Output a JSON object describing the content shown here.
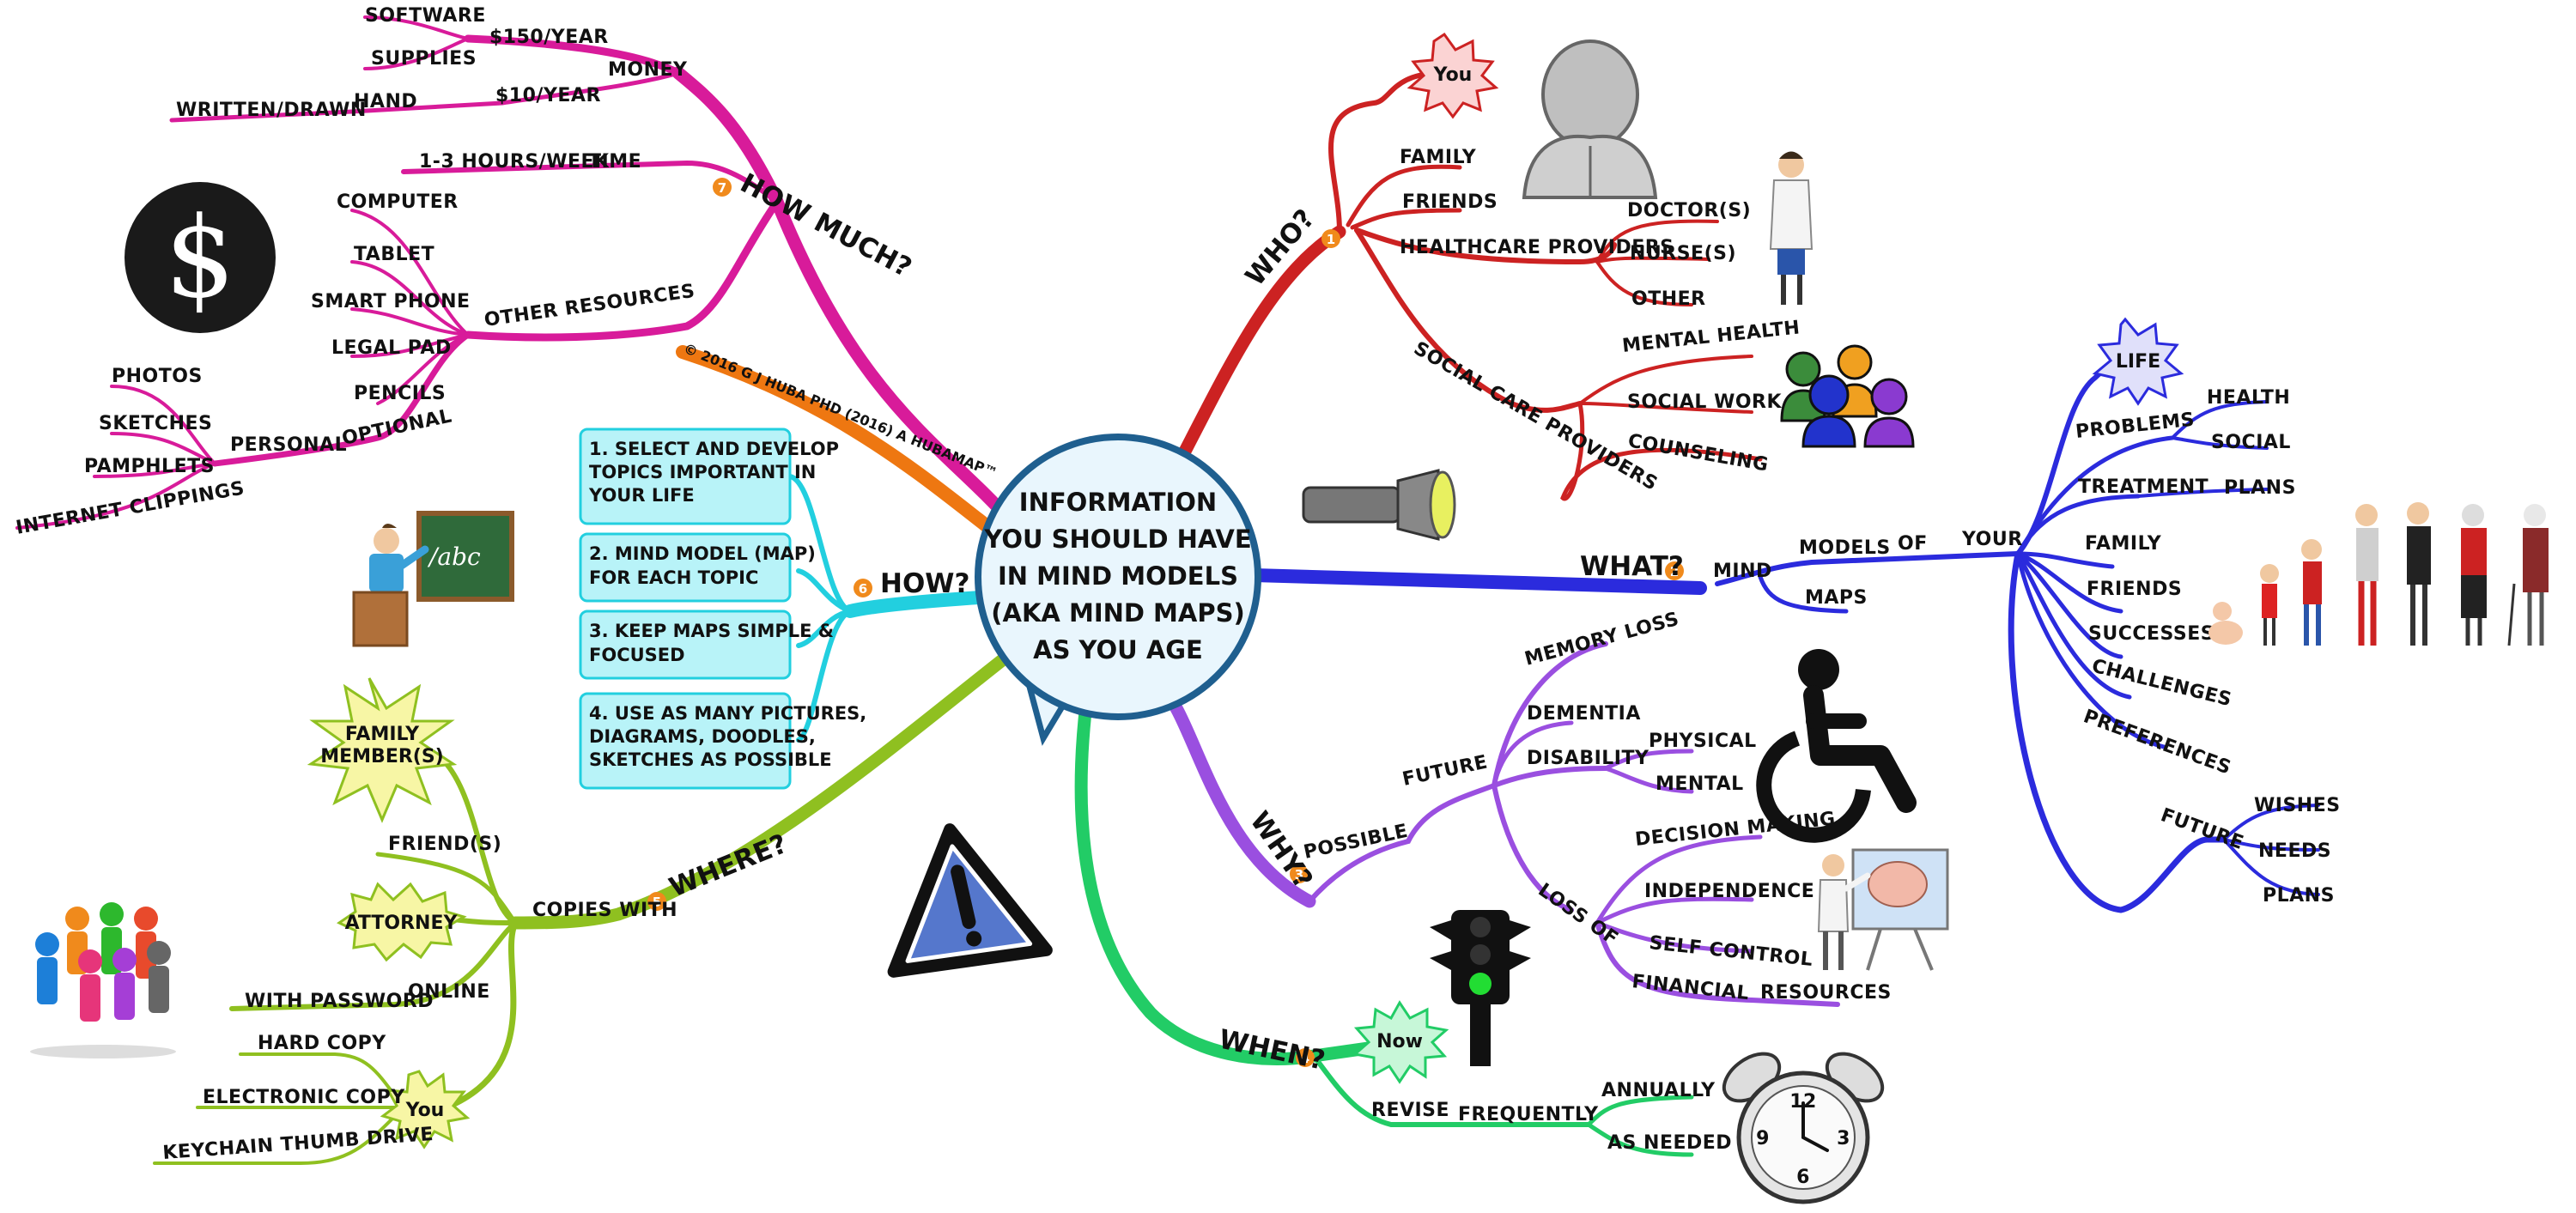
{
  "center": {
    "lines": [
      "INFORMATION",
      "YOU SHOULD HAVE",
      "IN MIND MODELS",
      "(AKA MIND MAPS)",
      "AS YOU AGE"
    ]
  },
  "credit": "© 2016 G J HUBA PHD (2016) A HUBAMAP™",
  "branches": {
    "who": {
      "number": "1",
      "label": "WHO?",
      "color": "#cc2222",
      "items": {
        "you": "You",
        "family": "FAMILY",
        "friends": "FRIENDS",
        "healthcare": "HEALTHCARE PROVIDERS",
        "doctors": "DOCTOR(S)",
        "nurses": "NURSE(S)",
        "other": "OTHER",
        "social_care": "SOCIAL CARE PROVIDERS",
        "mental_health": "MENTAL HEALTH",
        "social_work": "SOCIAL WORK",
        "counseling": "COUNSELING"
      }
    },
    "what": {
      "number": "2",
      "label": "WHAT?",
      "color": "#2b2bdd",
      "items": {
        "mind": "MIND",
        "models": "MODELS",
        "of": "OF",
        "your": "YOUR",
        "maps": "MAPS",
        "life": "LIFE",
        "problems": "PROBLEMS",
        "health": "HEALTH",
        "social": "SOCIAL",
        "treatment": "TREATMENT",
        "plans": "PLANS",
        "family": "FAMILY",
        "friends": "FRIENDS",
        "successes": "SUCCESSES",
        "challenges": "CHALLENGES",
        "preferences": "PREFERENCES",
        "future": "FUTURE",
        "wishes": "WISHES",
        "needs": "NEEDS",
        "future_plans": "PLANS"
      }
    },
    "why": {
      "number": "3",
      "label": "WHY?",
      "color": "#9a4fe0",
      "items": {
        "possible": "POSSIBLE",
        "future": "FUTURE",
        "memory_loss": "MEMORY LOSS",
        "dementia": "DEMENTIA",
        "disability": "DISABILITY",
        "physical": "PHYSICAL",
        "mental": "MENTAL",
        "loss_of": "LOSS OF",
        "decision_making": "DECISION MAKING",
        "independence": "INDEPENDENCE",
        "self_control": "SELF CONTROL",
        "financial": "FINANCIAL",
        "resources": "RESOURCES"
      }
    },
    "when": {
      "number": "4",
      "label": "WHEN?",
      "color": "#22cc66",
      "items": {
        "now": "Now",
        "revise": "REVISE",
        "frequently": "FREQUENTLY",
        "annually": "ANNUALLY",
        "as_needed": "AS NEEDED"
      }
    },
    "where": {
      "number": "5",
      "label": "WHERE?",
      "color": "#8fc020",
      "items": {
        "copies_with": "COPIES WITH",
        "family_members": [
          "FAMILY",
          "MEMBER(S)"
        ],
        "friends": "FRIEND(S)",
        "attorney": "ATTORNEY",
        "online": "ONLINE",
        "with_password": "WITH PASSWORD",
        "you": "You",
        "hard_copy": "HARD COPY",
        "electronic_copy": "ELECTRONIC COPY",
        "keychain": "KEYCHAIN THUMB DRIVE"
      }
    },
    "how": {
      "number": "6",
      "label": "HOW?",
      "color": "#22cfdf",
      "boxes": [
        [
          "1. SELECT AND DEVELOP",
          "TOPICS IMPORTANT IN",
          "YOUR LIFE"
        ],
        [
          "2. MIND MODEL (MAP)",
          "FOR EACH TOPIC"
        ],
        [
          "3. KEEP MAPS SIMPLE &",
          "FOCUSED"
        ],
        [
          "4. USE AS MANY PICTURES,",
          "DIAGRAMS, DOODLES,",
          "SKETCHES AS POSSIBLE"
        ]
      ]
    },
    "how_much": {
      "number": "7",
      "label": "HOW MUCH?",
      "color": "#d81b9a",
      "items": {
        "money": "MONEY",
        "price_150": "$150/YEAR",
        "software": "SOFTWARE",
        "supplies": "SUPPLIES",
        "price_10": "$10/YEAR",
        "hand": "HAND",
        "written_drawn": "WRITTEN/DRAWN",
        "time": "TIME",
        "hours": "1-3 HOURS/WEEK",
        "other_resources": "OTHER RESOURCES",
        "computer": "COMPUTER",
        "tablet": "TABLET",
        "smart_phone": "SMART PHONE",
        "legal_pad": "LEGAL PAD",
        "pencils": "PENCILS",
        "optional": "OPTIONAL",
        "personal": "PERSONAL",
        "photos": "PHOTOS",
        "sketches": "SKETCHES",
        "pamphlets": "PAMPHLETS",
        "internet_clippings": "INTERNET CLIPPINGS"
      }
    }
  },
  "icons": {
    "dollar_glyph": "$",
    "chalkboard_text": "/abc",
    "clock_numerals": [
      "12",
      "3",
      "6",
      "9"
    ],
    "illustrations": [
      "person-icon",
      "doctor-icon",
      "people-group-icon",
      "flashlight-icon",
      "family-ages-icon",
      "wheelchair-icon",
      "presenter-brain-icon",
      "traffic-light-icon",
      "alarm-clock-icon",
      "warning-sign-icon",
      "dollar-icon",
      "teacher-icon",
      "crowd-icon"
    ]
  },
  "colors": {
    "who": "#cc2222",
    "what": "#2b2bdd",
    "why": "#9a4fe0",
    "when": "#22cc66",
    "where": "#8fc020",
    "how": "#22cfdf",
    "how_much": "#d81b9a",
    "credit_branch": "#ee7711",
    "number_badge": "#f08a1c",
    "bubble_fill": "#e9f6fd",
    "bubble_stroke": "#1f5f8f"
  }
}
